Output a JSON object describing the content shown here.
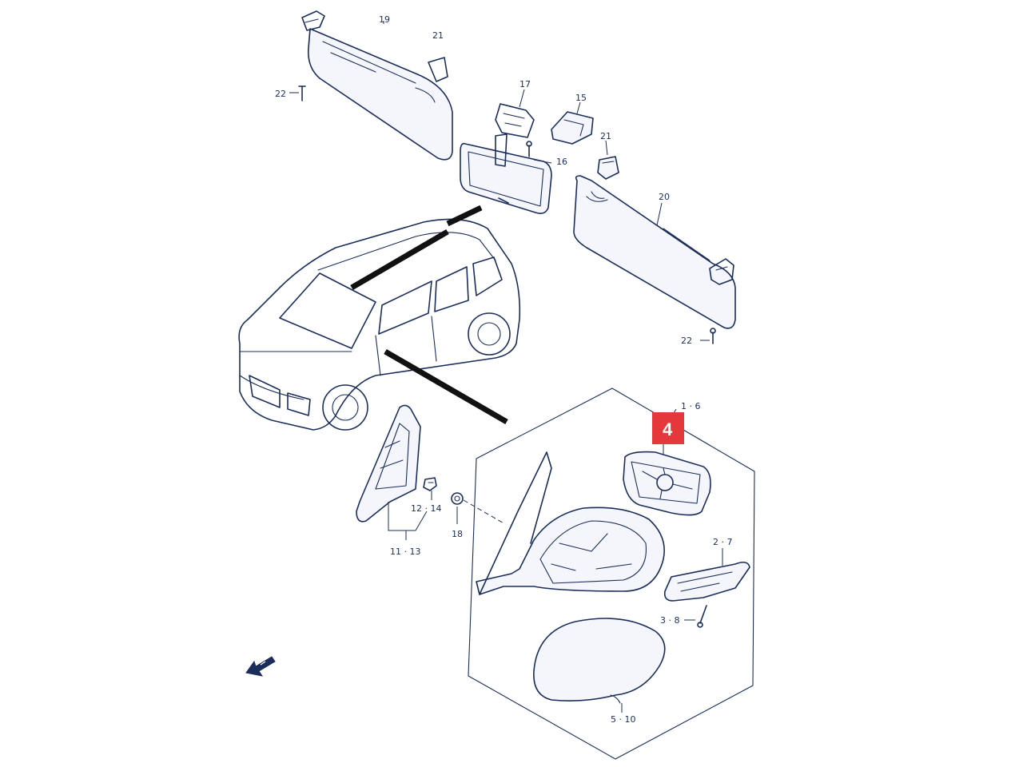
{
  "diagram": {
    "labels": {
      "sunvisor_left": "19",
      "holder_left": "21",
      "screw_left": "22",
      "inner_mirror": "17",
      "bracket": "15",
      "mirror_screw": "16",
      "holder_right": "21",
      "sunvisor_right": "20",
      "screw_right": "22",
      "mirror_assy": "1 · 6",
      "garnish": "11 · 13",
      "clip": "12 · 14",
      "grommet": "18",
      "turn_lamp": "2 · 7",
      "lamp_screw": "3 · 8",
      "cover": "5 · 10"
    },
    "highlight": {
      "number": "4",
      "color": "#e5383b"
    },
    "line_color": "#1b2d5a",
    "front_arrow_icon": "front-arrow-icon"
  }
}
